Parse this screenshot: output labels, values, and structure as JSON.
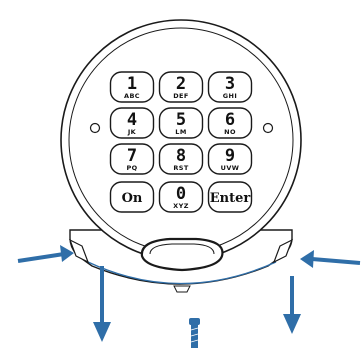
{
  "keypad": {
    "keys": [
      {
        "main": "1",
        "sub": "ABC"
      },
      {
        "main": "2",
        "sub": "DEF"
      },
      {
        "main": "3",
        "sub": "GHI"
      },
      {
        "main": "4",
        "sub": "JK"
      },
      {
        "main": "5",
        "sub": "LM"
      },
      {
        "main": "6",
        "sub": "NO"
      },
      {
        "main": "7",
        "sub": "PQ"
      },
      {
        "main": "8",
        "sub": "RST"
      },
      {
        "main": "9",
        "sub": "UVW"
      },
      {
        "main": "On",
        "sub": ""
      },
      {
        "main": "0",
        "sub": "XYZ"
      },
      {
        "main": "Enter",
        "sub": ""
      }
    ]
  },
  "colors": {
    "arrow": "#2f6ea8",
    "outline": "#1a1a1a",
    "housing": "#ffffff"
  },
  "icons": {
    "arrows": [
      "arrow-right-icon",
      "arrow-left-icon",
      "arrow-down-icon",
      "arrow-down-icon"
    ],
    "screw": "screw-icon"
  }
}
